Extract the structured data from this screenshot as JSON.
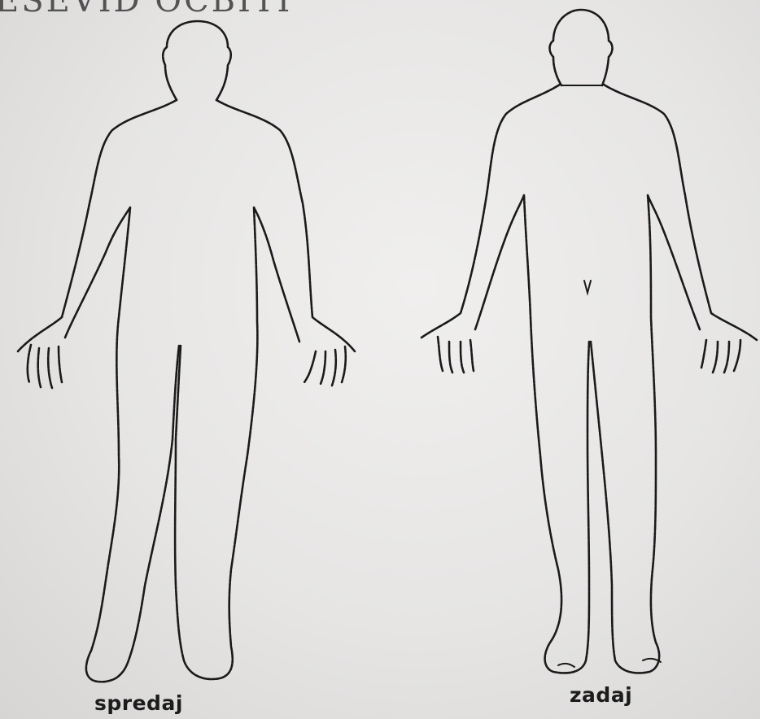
{
  "header": {
    "text": "ESEVID OCBITI"
  },
  "figures": {
    "front": {
      "label": "spredaj"
    },
    "back": {
      "label": "zadaj"
    }
  }
}
